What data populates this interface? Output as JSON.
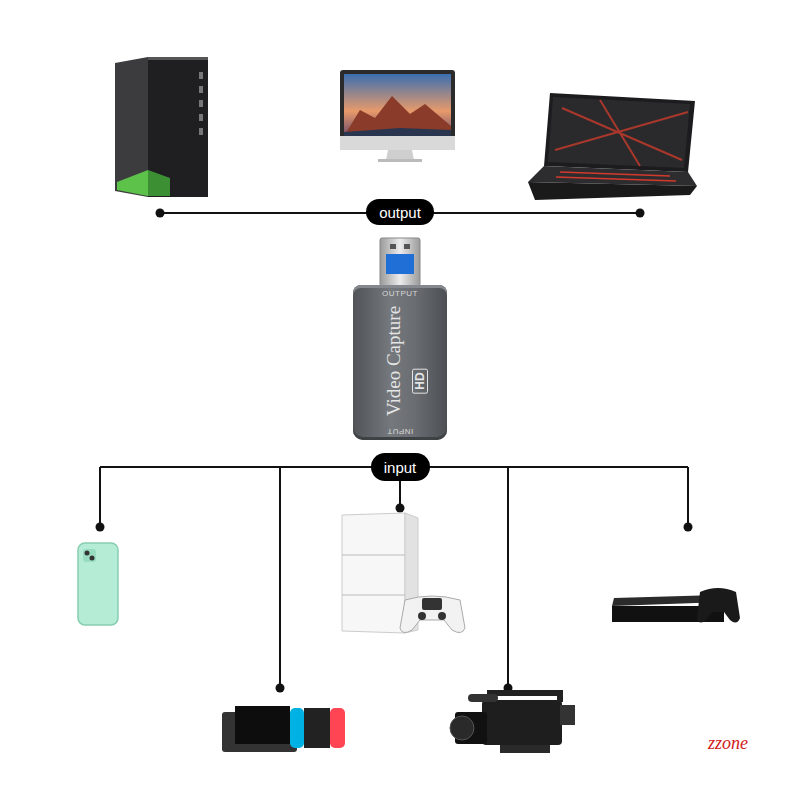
{
  "diagram": {
    "nodes": [
      {
        "text": [
          "output"
        ]
      },
      {
        "text": [
          "OUTPUT",
          "Video Capture",
          "HD",
          "INPUT"
        ]
      },
      {
        "text": [
          "input"
        ]
      }
    ],
    "labels": [
      "zzone"
    ]
  }
}
